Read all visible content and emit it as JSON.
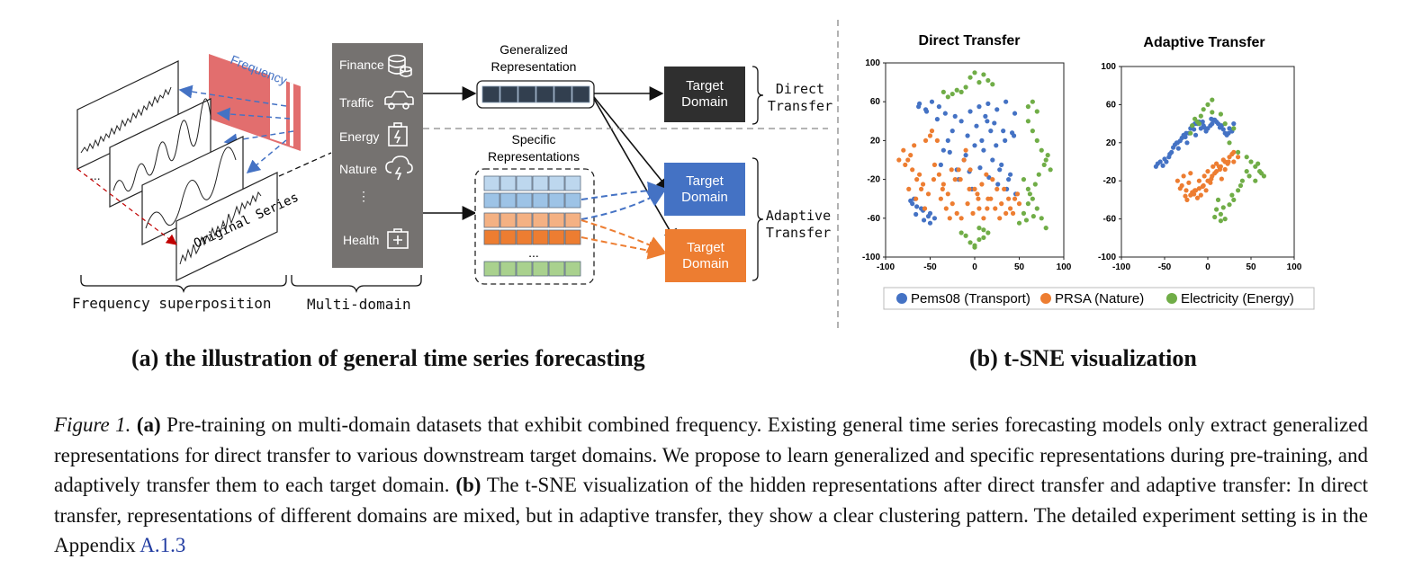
{
  "diagram": {
    "frequency_label": "Frequency",
    "original_series_label": "Original Series",
    "ellipsis": "...",
    "domains": [
      {
        "label": "Finance",
        "icon": "database-icon"
      },
      {
        "label": "Traffic",
        "icon": "car-icon"
      },
      {
        "label": "Energy",
        "icon": "battery-icon"
      },
      {
        "label": "Nature",
        "icon": "storm-cloud-icon"
      },
      {
        "label": "⋮",
        "icon": ""
      },
      {
        "label": "Health",
        "icon": "medical-kit-icon"
      }
    ],
    "generalized_label_1": "Generalized",
    "generalized_label_2": "Representation",
    "specific_label_1": "Specific",
    "specific_label_2": "Representations",
    "specific_ellipsis": "...",
    "target_domain_1": "Target",
    "target_domain_2": "Domain",
    "direct_transfer_1": "Direct",
    "direct_transfer_2": "Transfer",
    "adaptive_transfer_1": "Adaptive",
    "adaptive_transfer_2": "Transfer",
    "bottom_label_left": "Frequency superposition",
    "bottom_label_right": "Multi-domain",
    "colors": {
      "domain_panel": "#757270",
      "target_dark": "#2f2f2f",
      "target_blue": "#4472c4",
      "target_orange": "#ed7d31",
      "freq_red": "#e06666",
      "gen_cell": "#323f4f",
      "spec_blue_light": "#bdd7ee",
      "spec_blue": "#9dc3e6",
      "spec_orange_light": "#f4b183",
      "spec_orange": "#ed7d31",
      "spec_green": "#a9d18e"
    }
  },
  "chart_data": [
    {
      "type": "scatter",
      "title": "Direct Transfer",
      "xlim": [
        -100,
        100
      ],
      "ylim": [
        -100,
        100
      ],
      "xticks": [
        -100,
        -50,
        0,
        50,
        100
      ],
      "yticks": [
        -100,
        -60,
        -20,
        20,
        60,
        100
      ],
      "series": [
        {
          "name": "Pems08 (Transport)",
          "color": "#4472c4",
          "x": [
            -62,
            -55,
            -48,
            -40,
            -33,
            -22,
            -15,
            -5,
            5,
            15,
            25,
            35,
            45,
            -70,
            -60,
            -50,
            -45,
            -20,
            -10,
            0,
            10,
            20,
            30,
            40,
            -68,
            -58,
            -52,
            -30,
            -25,
            -8,
            2,
            12,
            22,
            32,
            42,
            -65,
            -57,
            -35,
            -18,
            -3,
            8,
            18,
            28,
            38,
            -63,
            -54,
            -42,
            -12,
            6,
            16,
            26,
            36,
            46,
            -50,
            -38,
            -28,
            -6,
            14,
            24,
            34,
            44,
            -72,
            -66
          ],
          "y": [
            58,
            52,
            60,
            55,
            48,
            45,
            40,
            50,
            55,
            58,
            52,
            60,
            48,
            -45,
            -50,
            -55,
            -60,
            -10,
            5,
            15,
            10,
            0,
            -5,
            -15,
            -40,
            -52,
            -58,
            20,
            30,
            25,
            35,
            45,
            38,
            30,
            28,
            -48,
            -62,
            10,
            -20,
            -30,
            20,
            30,
            -10,
            -20,
            55,
            50,
            42,
            0,
            -8,
            -18,
            -25,
            -30,
            -35,
            -65,
            -5,
            8,
            -12,
            40,
            15,
            20,
            25,
            -42,
            -56
          ]
        },
        {
          "name": "PRSA (Nature)",
          "color": "#ed7d31",
          "x": [
            -80,
            -75,
            -70,
            -65,
            -60,
            -55,
            -50,
            -45,
            -40,
            -35,
            -30,
            -25,
            -20,
            -15,
            -10,
            -5,
            0,
            5,
            10,
            15,
            20,
            25,
            30,
            35,
            40,
            45,
            50,
            -78,
            -72,
            -68,
            -62,
            -58,
            -52,
            -48,
            -42,
            -38,
            -32,
            -28,
            -22,
            -18,
            -12,
            -8,
            -2,
            3,
            8,
            13,
            18,
            23,
            28,
            33,
            38,
            43,
            48,
            -85,
            -74,
            -66,
            -56,
            -46,
            -36,
            -26,
            -16,
            -6,
            4,
            14
          ],
          "y": [
            10,
            0,
            -10,
            -20,
            -30,
            20,
            25,
            -5,
            -15,
            -25,
            -35,
            -45,
            -55,
            -60,
            10,
            -10,
            -30,
            -50,
            -60,
            -40,
            -20,
            -30,
            -45,
            -55,
            -50,
            -40,
            -45,
            -5,
            5,
            15,
            -15,
            -25,
            -35,
            30,
            20,
            -40,
            -50,
            -60,
            -20,
            -10,
            0,
            -45,
            -55,
            -35,
            -25,
            -15,
            -40,
            -50,
            -60,
            -30,
            -40,
            -55,
            -35,
            0,
            -30,
            -40,
            -50,
            -20,
            -30,
            -10,
            -20,
            -30,
            -40,
            -50
          ]
        },
        {
          "name": "Electricity (Energy)",
          "color": "#70ad47",
          "x": [
            -5,
            0,
            5,
            10,
            15,
            20,
            -10,
            -15,
            -20,
            -25,
            -30,
            -35,
            60,
            65,
            70,
            75,
            80,
            85,
            55,
            60,
            65,
            70,
            75,
            80,
            70,
            65,
            60,
            -5,
            0,
            5,
            10,
            -10,
            -15,
            0,
            5,
            10,
            15,
            55,
            60,
            62,
            68,
            72,
            78,
            82,
            50,
            58,
            66
          ],
          "y": [
            85,
            90,
            80,
            88,
            82,
            78,
            75,
            70,
            72,
            68,
            65,
            70,
            40,
            30,
            20,
            10,
            0,
            -10,
            -20,
            -30,
            -40,
            -50,
            -60,
            -70,
            50,
            60,
            55,
            -85,
            -90,
            -82,
            -80,
            -78,
            -75,
            -88,
            -70,
            -72,
            -75,
            -55,
            -45,
            -35,
            -25,
            -15,
            -5,
            5,
            -65,
            -62,
            -58
          ]
        }
      ]
    },
    {
      "type": "scatter",
      "title": "Adaptive Transfer",
      "xlim": [
        -100,
        100
      ],
      "ylim": [
        -100,
        100
      ],
      "xticks": [
        -100,
        -50,
        0,
        50,
        100
      ],
      "yticks": [
        -100,
        -60,
        -20,
        20,
        60,
        100
      ],
      "series": [
        {
          "name": "Pems08 (Transport)",
          "color": "#4472c4",
          "x": [
            -60,
            -58,
            -55,
            -52,
            -48,
            -45,
            -40,
            -35,
            -30,
            -25,
            -20,
            -15,
            -10,
            -5,
            0,
            5,
            10,
            15,
            20,
            25,
            30,
            -50,
            -42,
            -38,
            -32,
            -28,
            -22,
            -18,
            -12,
            -8,
            -2,
            3,
            8,
            12,
            18,
            22,
            28,
            -44,
            -36,
            -26,
            -16,
            -6,
            4,
            14,
            24,
            -34,
            -24,
            -14,
            -4,
            6,
            16
          ],
          "y": [
            -5,
            -2,
            0,
            -4,
            0,
            5,
            15,
            20,
            25,
            30,
            35,
            40,
            42,
            38,
            35,
            40,
            42,
            38,
            30,
            35,
            40,
            3,
            10,
            18,
            22,
            28,
            30,
            38,
            40,
            35,
            32,
            38,
            44,
            40,
            34,
            28,
            32,
            8,
            20,
            26,
            34,
            42,
            45,
            36,
            30,
            14,
            20,
            28,
            36,
            44,
            38
          ]
        },
        {
          "name": "PRSA (Nature)",
          "color": "#ed7d31",
          "x": [
            -35,
            -30,
            -25,
            -20,
            -15,
            -10,
            -5,
            0,
            5,
            10,
            15,
            20,
            25,
            30,
            35,
            -28,
            -22,
            -18,
            -12,
            -8,
            -2,
            3,
            8,
            13,
            18,
            23,
            28,
            -32,
            -26,
            -16,
            -6,
            4,
            14,
            24,
            -20,
            -10,
            0,
            10,
            20,
            30,
            -24,
            -14,
            -4,
            6,
            16
          ],
          "y": [
            -20,
            -25,
            -30,
            -35,
            -30,
            -28,
            -25,
            -20,
            -15,
            -10,
            -5,
            0,
            5,
            10,
            5,
            -15,
            -22,
            -32,
            -38,
            -35,
            -30,
            -22,
            -12,
            -5,
            2,
            -2,
            8,
            -28,
            -36,
            -34,
            -26,
            -18,
            -8,
            0,
            -12,
            -20,
            -10,
            -2,
            -8,
            0,
            -40,
            -30,
            -15,
            -5,
            -18
          ]
        },
        {
          "name": "Electricity (Energy)",
          "color": "#70ad47",
          "x": [
            10,
            15,
            20,
            25,
            30,
            35,
            40,
            45,
            50,
            55,
            60,
            65,
            -20,
            -15,
            -10,
            -5,
            5,
            15,
            25,
            35,
            45,
            55,
            62,
            12,
            18,
            28,
            38,
            48,
            58,
            0,
            5,
            20,
            30,
            8,
            -8,
            15,
            -18,
            -12
          ],
          "y": [
            -50,
            -55,
            -60,
            -45,
            -40,
            -30,
            -20,
            -10,
            0,
            -5,
            -10,
            -15,
            30,
            45,
            40,
            55,
            65,
            50,
            20,
            10,
            5,
            -20,
            -12,
            -40,
            -48,
            -35,
            -25,
            -15,
            -2,
            60,
            52,
            40,
            35,
            -58,
            48,
            -62,
            38,
            42
          ]
        }
      ]
    }
  ],
  "legend": [
    {
      "label": "Pems08 (Transport)",
      "color": "#4472c4"
    },
    {
      "label": "PRSA (Nature)",
      "color": "#ed7d31"
    },
    {
      "label": "Electricity (Energy)",
      "color": "#70ad47"
    }
  ],
  "subcaption_a": "(a) the illustration of general time series forecasting",
  "subcaption_b": "(b) t-SNE visualization",
  "caption": {
    "figure_label": "Figure 1.",
    "part_a": "(a)",
    "text_a": " Pre-training on multi-domain datasets that exhibit combined frequency. Existing general time series forecasting models only extract generalized representations for direct transfer to various downstream target domains. We propose to learn generalized and specific representations during pre-training, and adaptively transfer them to each target domain. ",
    "part_b": "(b)",
    "text_b": " The t-SNE visualization of the hidden representations after direct transfer and adaptive transfer: In direct transfer, representations of different domains are mixed, but in adaptive transfer, they show a clear clustering pattern. The detailed experiment setting is in the Appendix ",
    "appendix_ref": "A.1.3"
  }
}
